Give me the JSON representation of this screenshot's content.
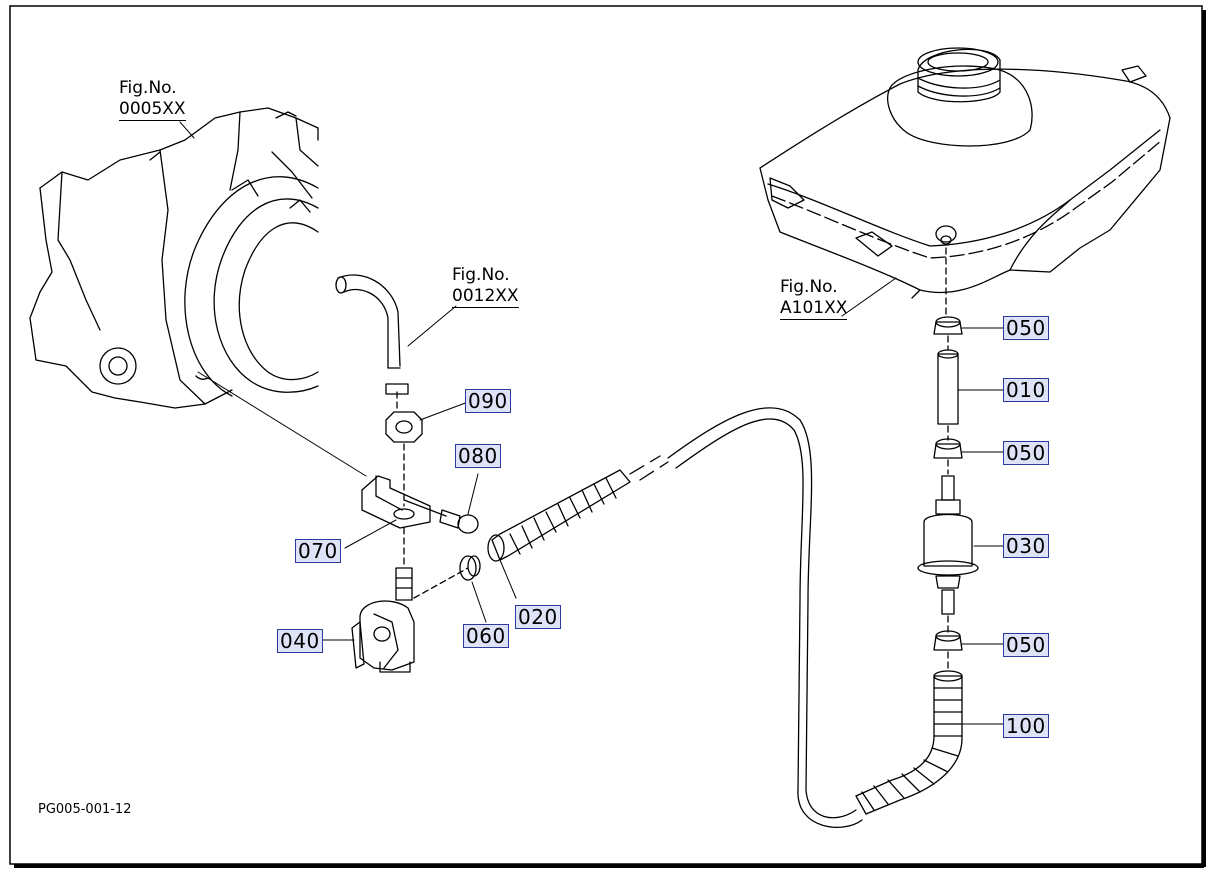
{
  "figure_refs": [
    {
      "title": "Fig.No.",
      "number": "0005XX"
    },
    {
      "title": "Fig.No.",
      "number": "0012XX"
    },
    {
      "title": "Fig.No.",
      "number": "A101XX"
    }
  ],
  "callouts": [
    "050",
    "010",
    "050",
    "090",
    "080",
    "030",
    "070",
    "020",
    "060",
    "040",
    "050",
    "100"
  ],
  "page_code": "PG005-001-12",
  "colors": {
    "callout_fill": "#dfe3f7",
    "callout_border": "#2b3aa0",
    "line": "#000000"
  }
}
